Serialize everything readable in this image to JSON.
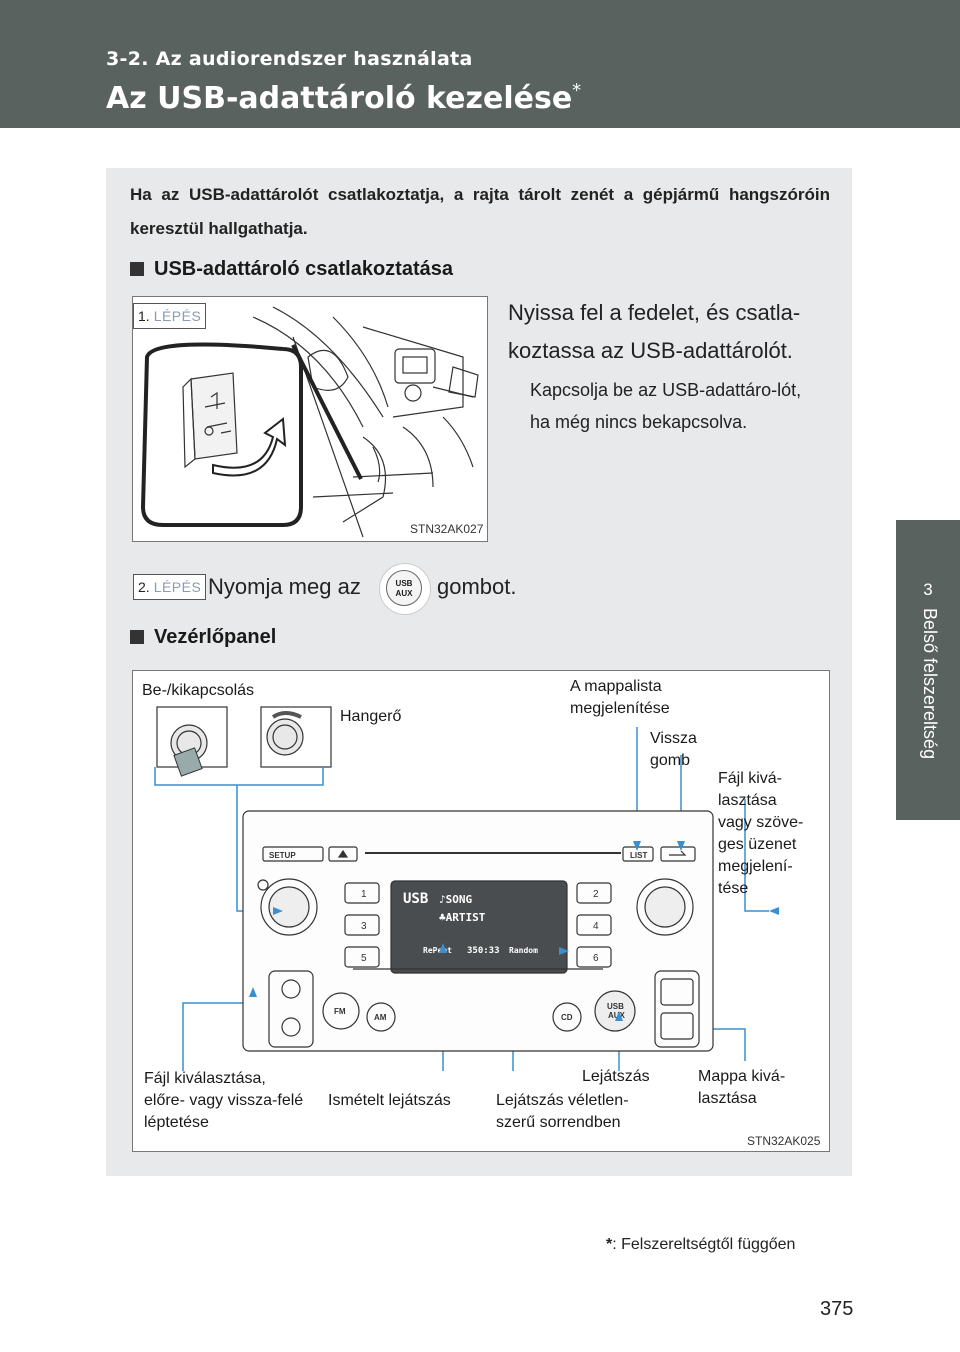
{
  "header": {
    "section": "3-2. Az audiorendszer használata",
    "title": "Az USB-adattároló kezelése",
    "title_mark": "*"
  },
  "side_tab": {
    "number": "3",
    "label": "Belső felszereltség"
  },
  "intro": "Ha az USB-adattárolót csatlakoztatja, a rajta tárolt zenét a gépjármű hangszóróin keresztül hallgathatja.",
  "section1": {
    "heading": "USB-adattároló csatlakoztatása"
  },
  "step1": {
    "number": "1.",
    "badge": "LÉPÉS",
    "text": "Nyissa fel a fedelet, és csatla-koztassa az USB-adattárolót.",
    "subtext": "Kapcsolja be az USB-adattáro-lót, ha még nincs bekapcsolva.",
    "figure_code": "STN32AK027"
  },
  "step2": {
    "number": "2.",
    "badge": "LÉPÉS",
    "text_before": "Nyomja meg az",
    "text_after": "gombot.",
    "button_line1": "USB",
    "button_line2": "AUX"
  },
  "section2": {
    "heading": "Vezérlőpanel"
  },
  "panel": {
    "figure_code": "STN32AK025",
    "labels": {
      "power": "Be-/kikapcsolás",
      "volume": "Hangerő",
      "folder_list": "A mappalista megjelenítése",
      "back": "Vissza gomb",
      "file_select_text": "Fájl kivá-lasztása vagy szöve-ges üzenet megjelení-tése",
      "file_skip": "Fájl kiválasztása, előre- vagy vissza-felé léptetése",
      "repeat": "Ismételt lejátszás",
      "random": "Lejátszás véletlen-szerű sorrendben",
      "play": "Lejátszás",
      "folder_select": "Mappa kivá-lasztása"
    },
    "buttons": {
      "setup": "SETUP",
      "list": "LIST",
      "fm": "FM",
      "am": "AM",
      "cd": "CD",
      "usb": "USB",
      "aux": "AUX",
      "presets": [
        "1",
        "2",
        "3",
        "4",
        "5",
        "6"
      ]
    },
    "display": {
      "source": "USB",
      "song": "♪SONG",
      "artist": "♣ARTIST",
      "repeat": "RePeat",
      "time": "350:33",
      "random": "Random"
    }
  },
  "footnote": {
    "mark": "*",
    "text": ": Felszereltségtől függően"
  },
  "page_number": "375"
}
